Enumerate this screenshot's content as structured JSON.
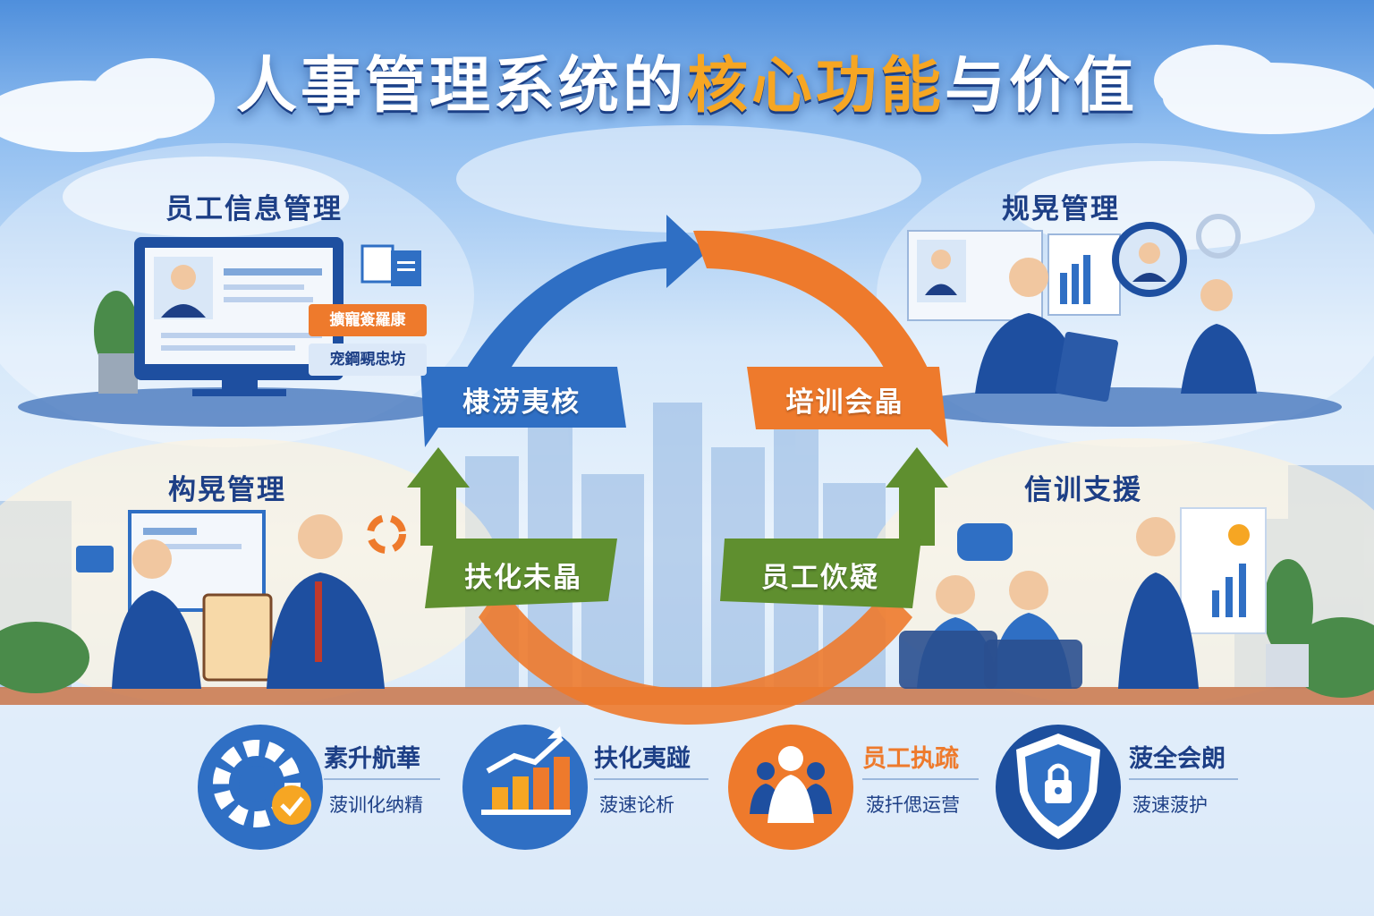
{
  "title": {
    "part1": "人事管理系统的",
    "highlight": "核心功能",
    "part2": "与价值"
  },
  "colors": {
    "blue": "#2f6fc4",
    "orange": "#ee7a2c",
    "green": "#5f8f2f",
    "navy": "#1d3f86",
    "gold": "#f6a623"
  },
  "quadrants": {
    "top_left": {
      "label": "员工信息管理",
      "chip1": "擴寵簽羅康",
      "chip2": "宠鋼覡忠坊"
    },
    "top_right": {
      "label": "规晃管理"
    },
    "bottom_left": {
      "label": "构晃管理"
    },
    "bottom_right": {
      "label": "信训支援"
    }
  },
  "cycle": {
    "blue_banner": "棣涝夷核",
    "orange_banner": "培训会晶",
    "green_left_banner": "扶化未晶",
    "green_right_banner": "员工佽疑"
  },
  "bottom": [
    {
      "title": "素升航華",
      "subtitle": "菠训化纳精",
      "icon": "gear-check-icon",
      "color": "#2f6fc4"
    },
    {
      "title": "扶化夷踫",
      "subtitle": "菠速论析",
      "icon": "growth-chart-icon",
      "color": "#2f6fc4"
    },
    {
      "title": "员工执疏",
      "subtitle": "菠扦偲运营",
      "icon": "team-icon",
      "color": "#ee7a2c"
    },
    {
      "title": "菠全会朗",
      "subtitle": "菠速菠护",
      "icon": "security-shield-icon",
      "color": "#1d4f9e"
    }
  ]
}
